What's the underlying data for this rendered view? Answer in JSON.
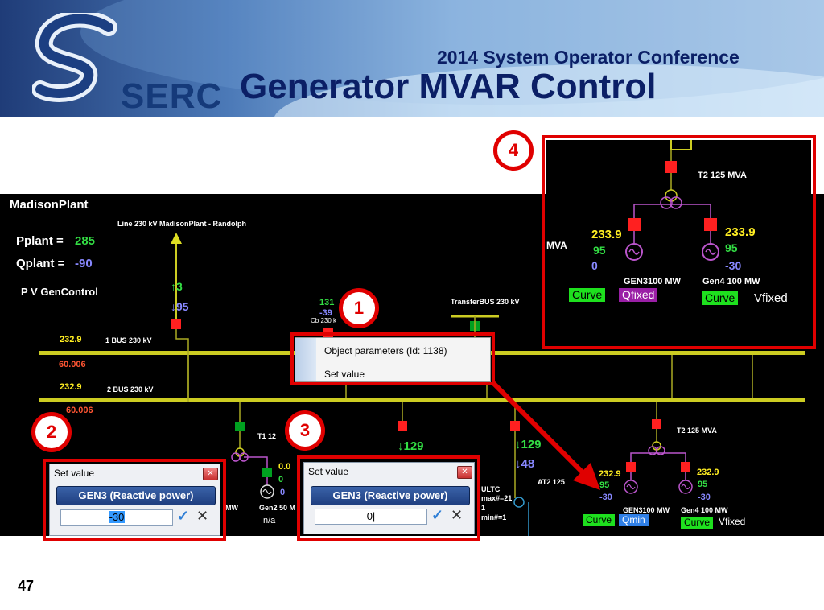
{
  "header": {
    "logo_text": "SERC",
    "conference": "2014 System Operator Conference",
    "title": "Generator MVAR Control"
  },
  "scada": {
    "plant_name": "MadisonPlant",
    "pplant_label": "Pplant =",
    "pplant_value": "285",
    "qplant_label": "Qplant =",
    "qplant_value": "-90",
    "genctrl": "P V GenControl",
    "line_label": "Line 230 kV MadisonPlant - Randolph",
    "line_p": "↑3",
    "line_q": "↓95",
    "bus1_v": "232.9",
    "bus1_name": "1 BUS 230 kV",
    "freq1": "60.006",
    "bus2_v": "232.9",
    "bus2_name": "2 BUS 230 kV",
    "freq2": "60.006",
    "cb_p": "131",
    "cb_q": "-39",
    "cb_label": "Cb 230 k",
    "transfer_bus": "TransferBUS 230 kV",
    "t1_label": "T1 12",
    "gen2_p": "0.0",
    "gen2_q1": "0",
    "gen2_q2": "0",
    "gen2_label": "Gen2 50 M",
    "gen2_mw": "MW",
    "gen2_na": "n/a",
    "mid_p": "↓129",
    "right_p": "↓129",
    "right_q": "↓48",
    "ultc": "ULTC",
    "tapmax": "max#=21",
    "tap1": "1",
    "tapmin": "min#=1",
    "at2": "AT2 125",
    "t2_label": "T2 125 MVA",
    "gen3_v": "232.9",
    "gen3_p": "95",
    "gen3_q": "-30",
    "gen3_label": "GEN3100 MW",
    "gen4_v": "232.9",
    "gen4_p": "95",
    "gen4_q": "-30",
    "gen4_label": "Gen4 100 MW",
    "curve": "Curve",
    "qmin": "Qmin",
    "vfixed": "Vfixed"
  },
  "context_menu": {
    "items": [
      "Object parameters (Id: 1138)",
      "Set value"
    ]
  },
  "dialog2": {
    "title": "Set value",
    "button": "GEN3 (Reactive power)",
    "value": "-30"
  },
  "dialog3": {
    "title": "Set value",
    "button": "GEN3 (Reactive power)",
    "value": "0"
  },
  "panel4": {
    "mva_fragment": "MVA",
    "t2_label": "T2 125 MVA",
    "gen3_v": "233.9",
    "gen3_p": "95",
    "gen3_q": "0",
    "gen3_label": "GEN3100 MW",
    "gen4_v": "233.9",
    "gen4_p": "95",
    "gen4_q": "-30",
    "gen4_label": "Gen4 100 MW",
    "curve1": "Curve",
    "qfixed": "Qfixed",
    "curve2": "Curve",
    "vfixed": "Vfixed"
  },
  "callouts": {
    "n1": "1",
    "n2": "2",
    "n3": "3",
    "n4": "4"
  },
  "slide_number": "47",
  "colors": {
    "bus": "#cccc22",
    "line": "#aaaa22",
    "callout": "#e00000",
    "breaker_closed": "#ff2020",
    "breaker_green": "#00a020",
    "transformer": "#bb55cc"
  }
}
